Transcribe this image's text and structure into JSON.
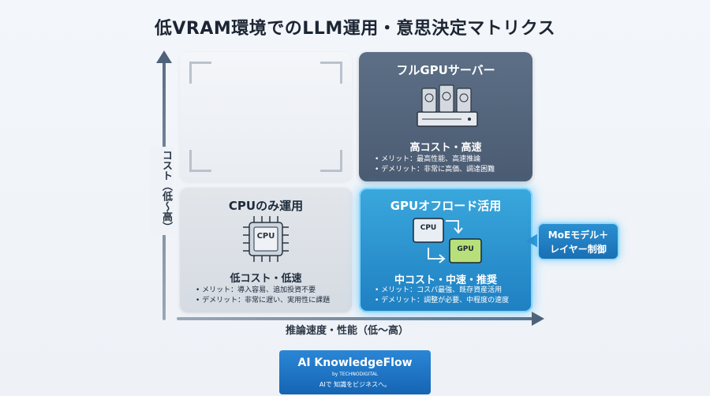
{
  "title": "低VRAM環境でのLLM運用・意思決定マトリクス",
  "axes": {
    "y_label": "コスト（低〜高）",
    "x_label": "推論速度・性能（低〜高）"
  },
  "quadrants": {
    "full_gpu": {
      "title": "フルGPUサーバー",
      "subtitle": "高コスト・高速",
      "bullets": [
        "メリット：最高性能、高速推論",
        "デメリット：非常に高価、調達困難"
      ],
      "icon": "server-gpu-icon"
    },
    "cpu_only": {
      "title": "CPUのみ運用",
      "chip_label": "CPU",
      "subtitle": "低コスト・低速",
      "bullets": [
        "メリット：導入容易、追加投資不要",
        "デメリット：非常に遅い、実用性に課題"
      ],
      "icon": "cpu-chip-icon"
    },
    "gpu_offload": {
      "title": "GPUオフロード活用",
      "cpu_label": "CPU",
      "gpu_label": "GPU",
      "subtitle": "中コスト・中速・推奨",
      "bullets": [
        "メリット：コスパ最強、既存資産活用",
        "デメリット：調整が必要、中程度の速度"
      ],
      "icon": "cpu-gpu-swap-icon"
    }
  },
  "callout": {
    "line1": "MoEモデル＋",
    "line2": "レイヤー制御"
  },
  "brand": {
    "name": "AI KnowledgeFlow",
    "by": "by TECHNODIGITAL",
    "tagline": "AIで 知識をビジネスへ。"
  },
  "colors": {
    "full_gpu_bg": "#55677e",
    "cpu_bg": "#dde2e8",
    "offload_bg": "#2b93cf",
    "accent_glow": "#7fd6ff"
  }
}
